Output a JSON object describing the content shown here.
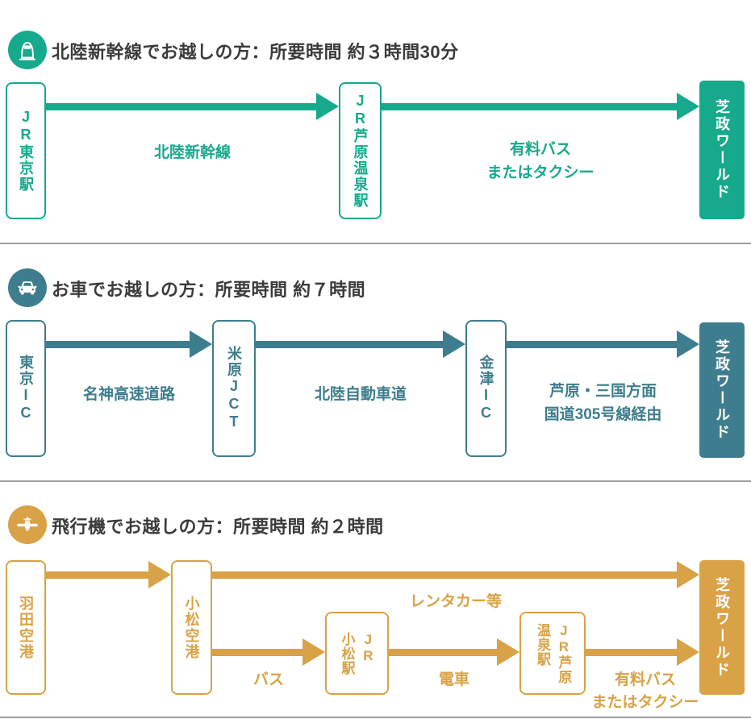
{
  "colors": {
    "shinkansen": "#17a98b",
    "car": "#3e7d8d",
    "plane": "#d9a246",
    "title_text": "#3b3b3b",
    "divider": "#9e9e9e"
  },
  "sections": {
    "shinkansen": {
      "icon": "shinkansen-icon",
      "title": "北陸新幹線でお越しの方：所要時間 約３時間30分",
      "nodes": {
        "start": "JR東京駅",
        "mid": "JR芦原温泉駅",
        "dest": "芝政ワールド"
      },
      "edges": {
        "e1": "北陸新幹線",
        "e2": "有料バス\nまたはタクシー"
      }
    },
    "car": {
      "icon": "car-icon",
      "title": "お車でお越しの方：所要時間 約７時間",
      "nodes": {
        "start": "東京IC",
        "mid1": "米原JCT",
        "mid2": "金津IC",
        "dest": "芝政ワールド"
      },
      "edges": {
        "e1": "名神高速道路",
        "e2": "北陸自動車道",
        "e3": "芦原・三国方面\n国道305号線経由"
      }
    },
    "plane": {
      "icon": "airplane-icon",
      "title": "飛行機でお越しの方：所要時間 約２時間",
      "nodes": {
        "start": "羽田空港",
        "airport": "小松空港",
        "station1": "JR\n小松駅",
        "station2": "JR芦原\n温泉駅",
        "dest": "芝政ワールド"
      },
      "edges": {
        "rental": "レンタカー等",
        "bus": "バス",
        "train": "電車",
        "taxi": "有料バス\nまたはタクシー"
      }
    }
  }
}
